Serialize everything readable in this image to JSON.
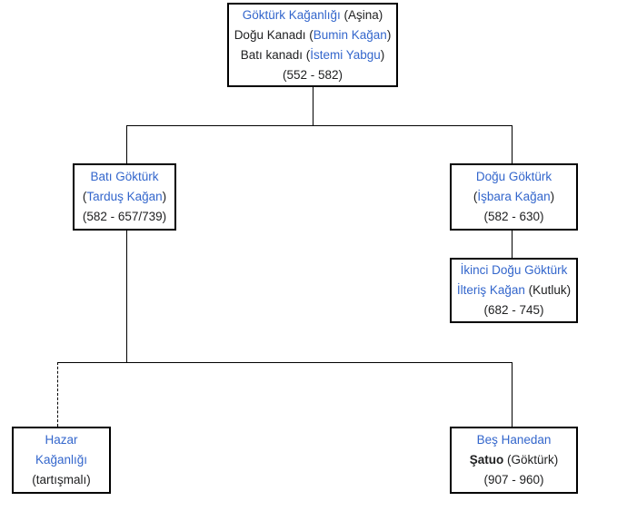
{
  "root": {
    "l1_link": "Göktürk Kağanlığı",
    "l1_text": " (Aşina)",
    "l2_text_a": "Doğu Kanadı (",
    "l2_link": "Bumin Kağan",
    "l2_text_b": ")",
    "l3_text_a": "Batı kanadı (",
    "l3_link": "İstemi Yabgu",
    "l3_text_b": ")",
    "l4_text": "(552 - 582)"
  },
  "west": {
    "l1_link": "Batı Göktürk",
    "l2_text_a": "(",
    "l2_link": "Tarduş Kağan",
    "l2_text_b": ")",
    "l3_text": "(582 - 657/739)"
  },
  "east": {
    "l1_link": "Doğu Göktürk",
    "l2_text_a": "(",
    "l2_link": "İşbara Kağan",
    "l2_text_b": ")",
    "l3_text": "(582 - 630)"
  },
  "second_east": {
    "l1_link": "İkinci Doğu Göktürk",
    "l2_link": "İlteriş Kağan",
    "l2_text": " (Kutluk)",
    "l3_text": "(682 - 745)"
  },
  "khazar": {
    "l1_link": "Hazar",
    "l2_link": "Kağanlığı",
    "l3_text": "(tartışmalı)"
  },
  "five_dynasties": {
    "l1_link": "Beş Hanedan",
    "l2_bold": "Şatuo",
    "l2_text": " (Göktürk)",
    "l3_text": "(907 - 960)"
  }
}
